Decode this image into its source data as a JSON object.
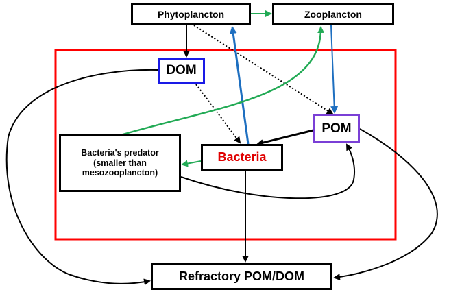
{
  "colors": {
    "region_border": "#ff0000",
    "dom_border": "#1a1ae6",
    "pom_border": "#7a3fd6",
    "bacteria_text": "#e00000",
    "green_arrow": "#22aa55",
    "blue_arrow": "#1e6fc0",
    "black_arrow": "#000000"
  },
  "nodes": {
    "phytoplancton": "Phytoplancton",
    "zooplancton": "Zooplancton",
    "dom": "DOM",
    "pom": "POM",
    "bacteria": "Bacteria",
    "predator": [
      "Bacteria's predator",
      "(smaller than",
      "mesozooplancton)"
    ],
    "refractory": "Refractory POM/DOM"
  },
  "edges": [
    {
      "from": "phytoplancton",
      "to": "zooplancton",
      "color": "green",
      "style": "solid"
    },
    {
      "from": "phytoplancton",
      "to": "dom",
      "color": "black",
      "style": "solid"
    },
    {
      "from": "phytoplancton",
      "to": "pom",
      "color": "black",
      "style": "dotted"
    },
    {
      "from": "zooplancton",
      "to": "pom",
      "color": "blue",
      "style": "solid"
    },
    {
      "from": "bacteria",
      "to": "phytoplancton",
      "color": "blue",
      "style": "solid"
    },
    {
      "from": "dom",
      "to": "bacteria",
      "color": "black",
      "style": "dotted"
    },
    {
      "from": "pom",
      "to": "bacteria",
      "color": "black",
      "style": "solid"
    },
    {
      "from": "bacteria",
      "to": "predator",
      "color": "green",
      "style": "solid"
    },
    {
      "from": "predator",
      "to": "zooplancton",
      "color": "green",
      "style": "solid"
    },
    {
      "from": "predator",
      "to": "pom",
      "color": "black",
      "style": "solid"
    },
    {
      "from": "bacteria",
      "to": "refractory",
      "color": "black",
      "style": "solid"
    },
    {
      "from": "dom",
      "to": "refractory",
      "color": "black",
      "style": "solid"
    },
    {
      "from": "pom",
      "to": "refractory",
      "color": "black",
      "style": "solid"
    }
  ]
}
